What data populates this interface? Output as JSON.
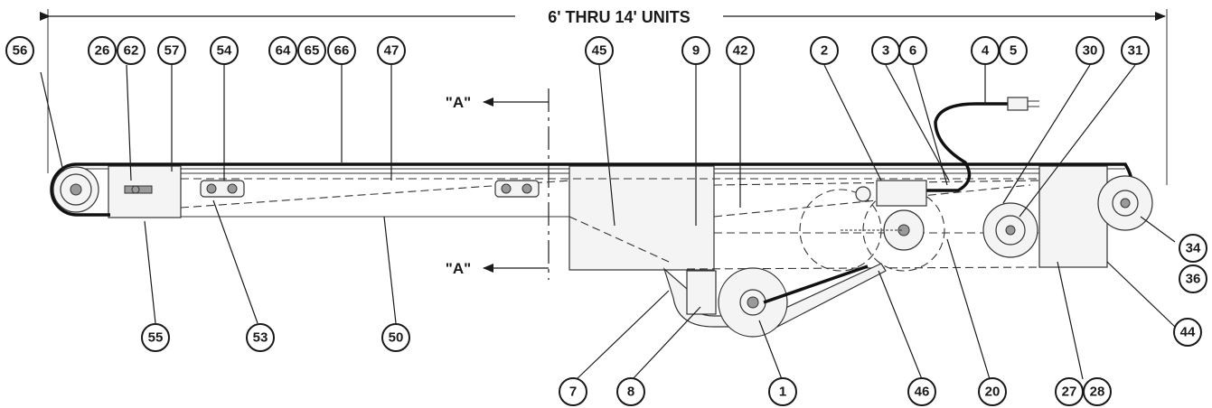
{
  "title": "6' THRU 14' UNITS",
  "section_label": "\"A\"",
  "colors": {
    "line": "#1a1a1a",
    "paper": "#ffffff"
  },
  "balloons": [
    "56",
    "26",
    "62",
    "57",
    "54",
    "64",
    "65",
    "66",
    "47",
    "45",
    "9",
    "42",
    "2",
    "3",
    "6",
    "4",
    "5",
    "30",
    "31",
    "34",
    "36",
    "44",
    "27",
    "28",
    "20",
    "46",
    "1",
    "8",
    "7",
    "50",
    "53",
    "55"
  ]
}
